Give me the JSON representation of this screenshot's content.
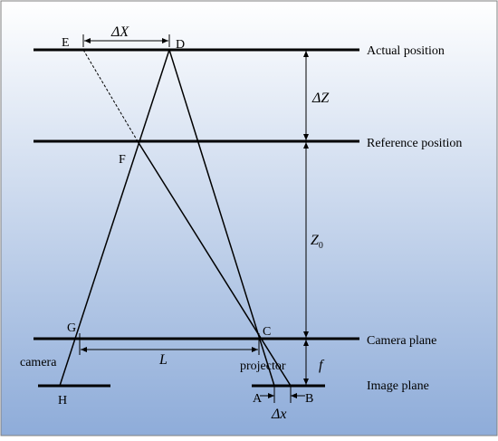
{
  "diagram": {
    "points": {
      "E": "E",
      "D": "D",
      "F": "F",
      "G": "G",
      "C": "C",
      "H": "H",
      "A": "A",
      "B": "B"
    },
    "planes": {
      "actual": "Actual position",
      "reference": "Reference position",
      "camera_plane": "Camera plane",
      "image_plane": "Image plane"
    },
    "devices": {
      "camera": "camera",
      "projector": "projector"
    },
    "measures": {
      "delta_X": "ΔX",
      "delta_Z": "ΔZ",
      "Z0_base": "Z",
      "Z0_sub": "0",
      "L": "L",
      "f": "f",
      "delta_x": "Δx"
    }
  },
  "colors": {
    "bg_top": "#ffffff",
    "bg_bottom": "#8eacd9",
    "line": "#000000",
    "frame": "#7f7f7f"
  }
}
